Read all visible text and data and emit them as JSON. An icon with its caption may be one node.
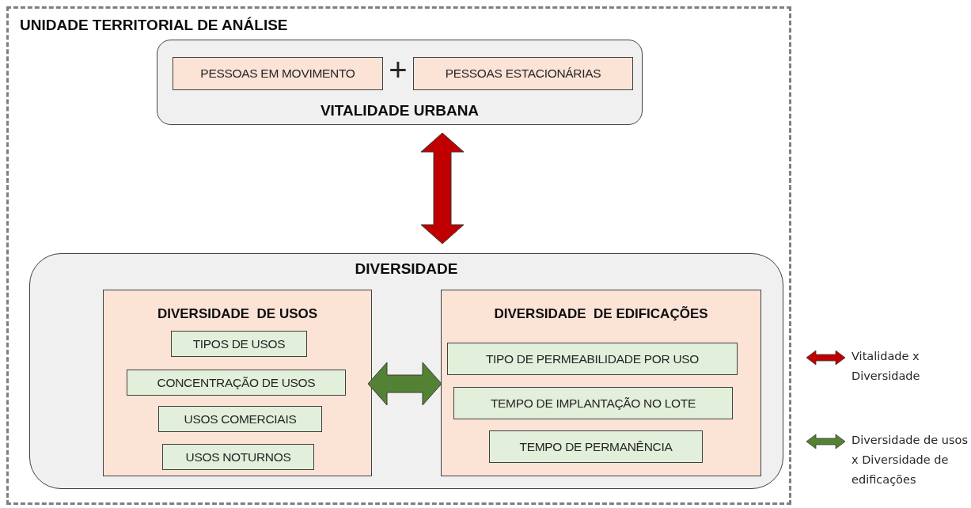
{
  "diagram": {
    "nodes": [
      {
        "text": [
          "UNIDADE TERRITORIAL DE ANÁLISE"
        ]
      },
      {
        "text": [
          "VITALIDADE URBANA"
        ],
        "in": 0
      },
      {
        "text": [
          "PESSOAS EM MOVIMENTO"
        ],
        "in": 1
      },
      {
        "text": [
          "PESSOAS ESTACIONÁRIAS"
        ],
        "in": 1
      },
      {
        "text": [
          "DIVERSIDADE"
        ],
        "in": 0
      },
      {
        "text": [
          "DIVERSIDADE  DE USOS"
        ],
        "in": 4
      },
      {
        "text": [
          "TIPOS DE USOS"
        ],
        "in": 5
      },
      {
        "text": [
          "CONCENTRAÇÃO DE USOS"
        ],
        "in": 5
      },
      {
        "text": [
          "USOS COMERCIAIS"
        ],
        "in": 5
      },
      {
        "text": [
          "USOS NOTURNOS"
        ],
        "in": 5
      },
      {
        "text": [
          "DIVERSIDADE  DE EDIFICAÇÕES"
        ],
        "in": 4
      },
      {
        "text": [
          "TIPO DE PERMEABILIDADE POR USO"
        ],
        "in": 10
      },
      {
        "text": [
          "TEMPO DE IMPLANTAÇÃO NO LOTE"
        ],
        "in": 10
      },
      {
        "text": [
          "TEMPO DE PERMANÊNCIA"
        ],
        "in": 10
      }
    ],
    "edges": [
      {
        "from": 1,
        "to": 4,
        "arrow": "both",
        "style": "thick",
        "color": "#c00000"
      },
      {
        "from": 5,
        "to": 10,
        "arrow": "both",
        "style": "thick",
        "color": "#548235"
      }
    ],
    "labels": [
      "+"
    ],
    "legend": [
      {
        "text": "Vitalidade x Diversidade"
      },
      {
        "text": "Diversidade de usos x Diversidade de edificações"
      }
    ]
  }
}
